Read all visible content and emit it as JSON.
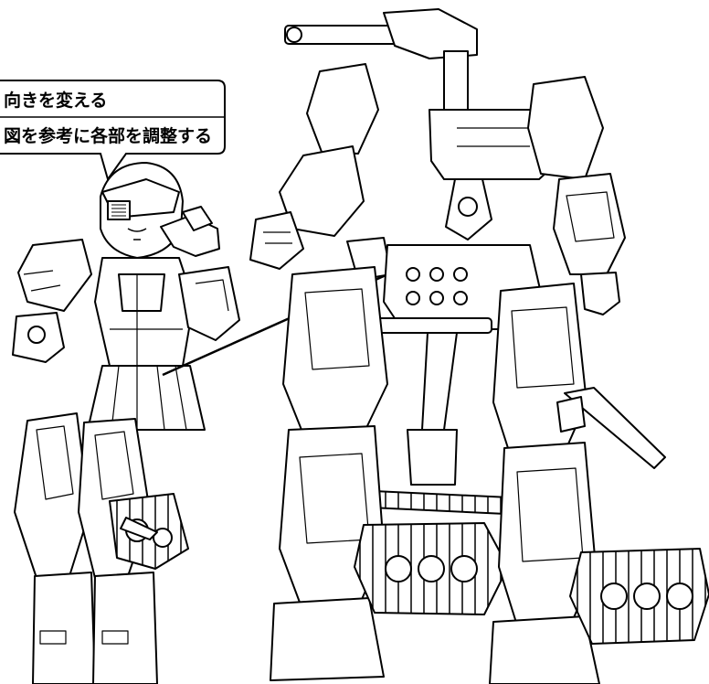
{
  "callout": {
    "lines": [
      "向きを変える",
      "図を参考に各部を調整する"
    ]
  },
  "figures": {
    "left": "girl-pilot-figure",
    "right": "mech-frame-figure"
  }
}
